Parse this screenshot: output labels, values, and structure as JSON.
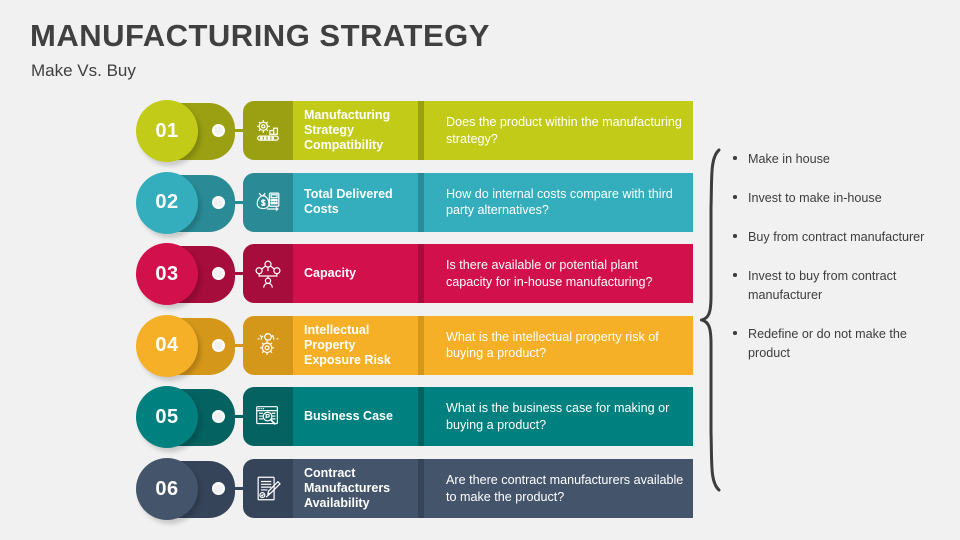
{
  "header": {
    "title": "MANUFACTURING STRATEGY",
    "subtitle": "Make Vs. Buy"
  },
  "colors": {
    "background": "#f1f1f1",
    "title_text": "#404040",
    "bullet_text": "#3d3d3d",
    "brace": "#3d3d3d"
  },
  "rows": [
    {
      "number": "01",
      "label": "Manufacturing Strategy Compatibility",
      "description": "Does the product within the manufacturing strategy?",
      "icon": "gear-conveyor-icon",
      "color_main": "#c3cb19",
      "color_dark": "#9aa012",
      "color_light": "#c3cb19",
      "color_plate": "#9aa012"
    },
    {
      "number": "02",
      "label": "Total Delivered Costs",
      "description": "How do internal costs compare with third party alternatives?",
      "icon": "money-bag-calculator-icon",
      "color_main": "#34aebd",
      "color_dark": "#2a8b97",
      "color_light": "#34aebd",
      "color_plate": "#2a8b97"
    },
    {
      "number": "03",
      "label": "Capacity",
      "description": "Is there available or potential plant capacity for in-house manufacturing?",
      "icon": "capacity-network-icon",
      "color_main": "#d2104b",
      "color_dark": "#a60c3c",
      "color_light": "#d2104b",
      "color_plate": "#a60c3c"
    },
    {
      "number": "04",
      "label": "Intellectual Property Exposure Risk",
      "description": "What is the intellectual property risk of buying a product?",
      "icon": "gear-idea-icon",
      "color_main": "#f5b027",
      "color_dark": "#d4971a",
      "color_light": "#f5b027",
      "color_plate": "#d4971a"
    },
    {
      "number": "05",
      "label": "Business Case",
      "description": "What is the business case for making or buying a product?",
      "icon": "document-magnifier-icon",
      "color_main": "#00807e",
      "color_dark": "#046260",
      "color_light": "#00807e",
      "color_plate": "#046260"
    },
    {
      "number": "06",
      "label": "Contract Manufacturers Availability",
      "description": "Are there contract manufacturers available to make the product?",
      "icon": "contract-signature-icon",
      "color_main": "#44556b",
      "color_dark": "#36445a",
      "color_light": "#44556b",
      "color_plate": "#36445a"
    }
  ],
  "outcomes": [
    "Make in house",
    "Invest to make in-house",
    "Buy from contract manufacturer",
    "Invest to buy from contract manufacturer",
    "Redefine or do not make the product"
  ]
}
